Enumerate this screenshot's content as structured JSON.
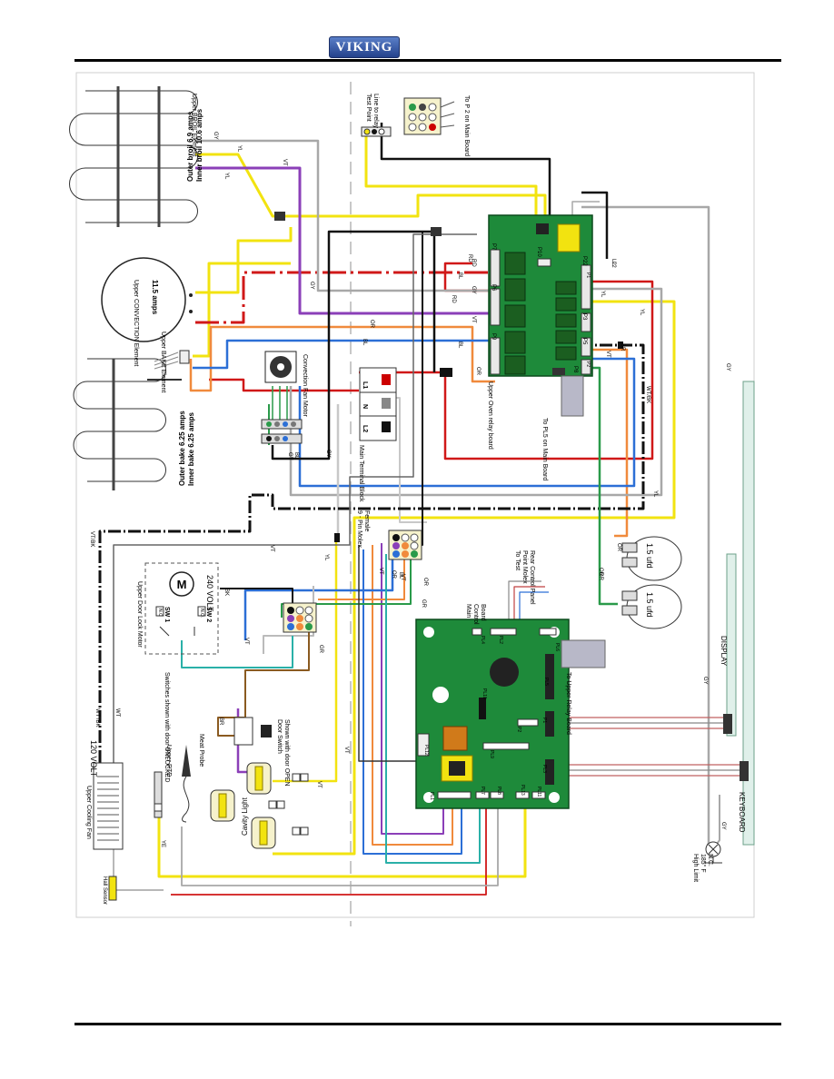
{
  "header": {
    "logo_text": "VIKING"
  },
  "labels": {
    "broil_element": "Upper BROIL Element",
    "broil_amps_outer": "Outer broil  6.9 amps",
    "broil_amps_inner": "Inner broil 10.6 amps",
    "convection_element": "Upper CONVECTION Element",
    "convection_amps": "11.5 amps",
    "bake_element": "Upper BAKE Element",
    "bake_amps_outer": "Outer bake  6.25 amps",
    "bake_amps_inner": "Inner bake  6.25 amps",
    "convection_fan": "Convection Fan Motor",
    "terminal_block": "Main Terminal Block",
    "tb_l1": "L1",
    "tb_n": "N",
    "tb_l2": "L2",
    "test_point_1": "Test Point",
    "test_point_2": "Line to relay",
    "to_p2": "To P 2 on Main Board",
    "relay_board": "Upper Oven relay board",
    "to_pl5": "To PL5 on Main Board",
    "p7": "P7",
    "p6": "P6",
    "p9": "P9",
    "p10": "P10",
    "p22": "P22",
    "p3": "P3",
    "p5": "P5",
    "p8": "P8",
    "l2": "L2",
    "molex_1": "9 - Pin Molex",
    "molex_2": "Female",
    "door_lock_motor": "Upper Door Lock Motor",
    "volt_240": "240 VOLT",
    "sw1": "SW 1",
    "sw2": "SW 2",
    "nc": "N.C",
    "no": "N.O.",
    "switches_shown": "Switches shown with door UNLOCKED",
    "door_switch": "Door Switch",
    "door_switch_state": "Shown with door OPEN",
    "meat_probe": "Meat Probe",
    "upper_rtd": "Upper RTD",
    "cavity_light": "Cavity Light",
    "main_board_1": "Main",
    "main_board_2": "Control",
    "main_board_3": "Board",
    "to_test_1": "To Test",
    "to_test_2": "Point Molex",
    "to_test_3": "Rear Control Panel",
    "to_upper_relay": "To Upper Relay Board",
    "cap_1": "1.5 ufd",
    "cap_2": "1.5 ufd",
    "display": "DISPLAY",
    "keyboard": "KEYBOARD",
    "high_limit_1": "High Limit",
    "high_limit_2": "185° F",
    "high_limit_3": "N.C.",
    "volt_120": "120 VOLT",
    "cooling_fan": "Upper Cooling Fan",
    "hall_sensor": "Hall Sensor",
    "pl1": "PL1",
    "pl2": "PL2",
    "pl3": "PL3",
    "pl4": "PL4",
    "pl5": "PL5",
    "pl6": "PL6",
    "pl7": "PL7",
    "pl8": "PL8",
    "pl9": "PL9",
    "pl10": "PL10",
    "pl11": "PL11",
    "pl12": "PL12",
    "pl13": "PL13",
    "p1": "P1",
    "p2": "P2",
    "p1b": "P1",
    "p2b": "P2"
  },
  "wire_codes": [
    "GY",
    "YL",
    "VT",
    "YL",
    "RD",
    "GY",
    "RD",
    "VT",
    "OR",
    "BL",
    "BL",
    "OR",
    "GY",
    "BL",
    "YL",
    "YL",
    "VT",
    "BR",
    "GY",
    "VT",
    "BK",
    "OR",
    "BL",
    "OR",
    "GR",
    "VT",
    "BR",
    "GR",
    "OR",
    "VT",
    "VT",
    "WT /BK",
    "WT",
    "YE",
    "VT/BK",
    "YL",
    "VT",
    "GY",
    "GY",
    "L2",
    "YL",
    "GY",
    "WT/BK",
    "GR",
    "OR",
    "RD",
    "BL",
    "GY",
    "VT"
  ],
  "colors": {
    "board": "#1e8a3a",
    "relay": "#1b5e20",
    "yellow": "#f2e310",
    "violet": "#8b3fb8",
    "red": "#d01818",
    "orange": "#f08a3c",
    "blue": "#2c6fd6",
    "gray": "#a8a8a8",
    "black": "#111111",
    "green": "#2a9a4a",
    "teal": "#2ab0a8",
    "brown": "#8a5a20",
    "cream": "#f6f2cc"
  }
}
